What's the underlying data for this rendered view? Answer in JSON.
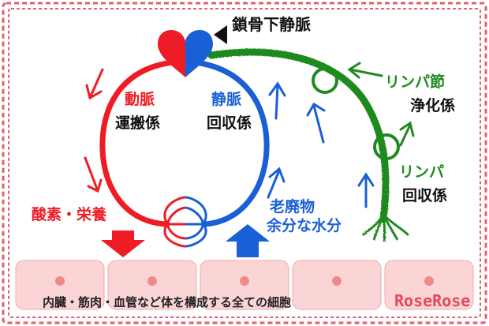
{
  "colors": {
    "artery": "#ee1c24",
    "vein": "#1a5fd6",
    "lymph": "#1f8a1f",
    "border": "#e06070",
    "cell_fill": "#fbd5d5",
    "cell_stroke": "#f2a8a8",
    "nucleus": "#f08a8a",
    "brand": "#e04a5a"
  },
  "icons": [
    "heart-icon",
    "pointer-arrow-icon",
    "lymph-node-icon",
    "flow-arrow-icon",
    "capillary-icon"
  ],
  "labels": {
    "subclavian_vein": "鎖骨下静脈",
    "artery_title": "動脈",
    "artery_role": "運搬係",
    "vein_title": "静脈",
    "vein_role": "回収係",
    "lymph_node_title": "リンパ節",
    "lymph_node_role": "浄化係",
    "lymph_title": "リンパ",
    "lymph_role": "回収係",
    "supply": "酸素・栄養",
    "waste_line1": "老廃物",
    "waste_line2": "余分な水分",
    "cells_caption": "内臓・筋肉・血管など体を構成する全ての細胞",
    "brand": "RoseRose"
  }
}
